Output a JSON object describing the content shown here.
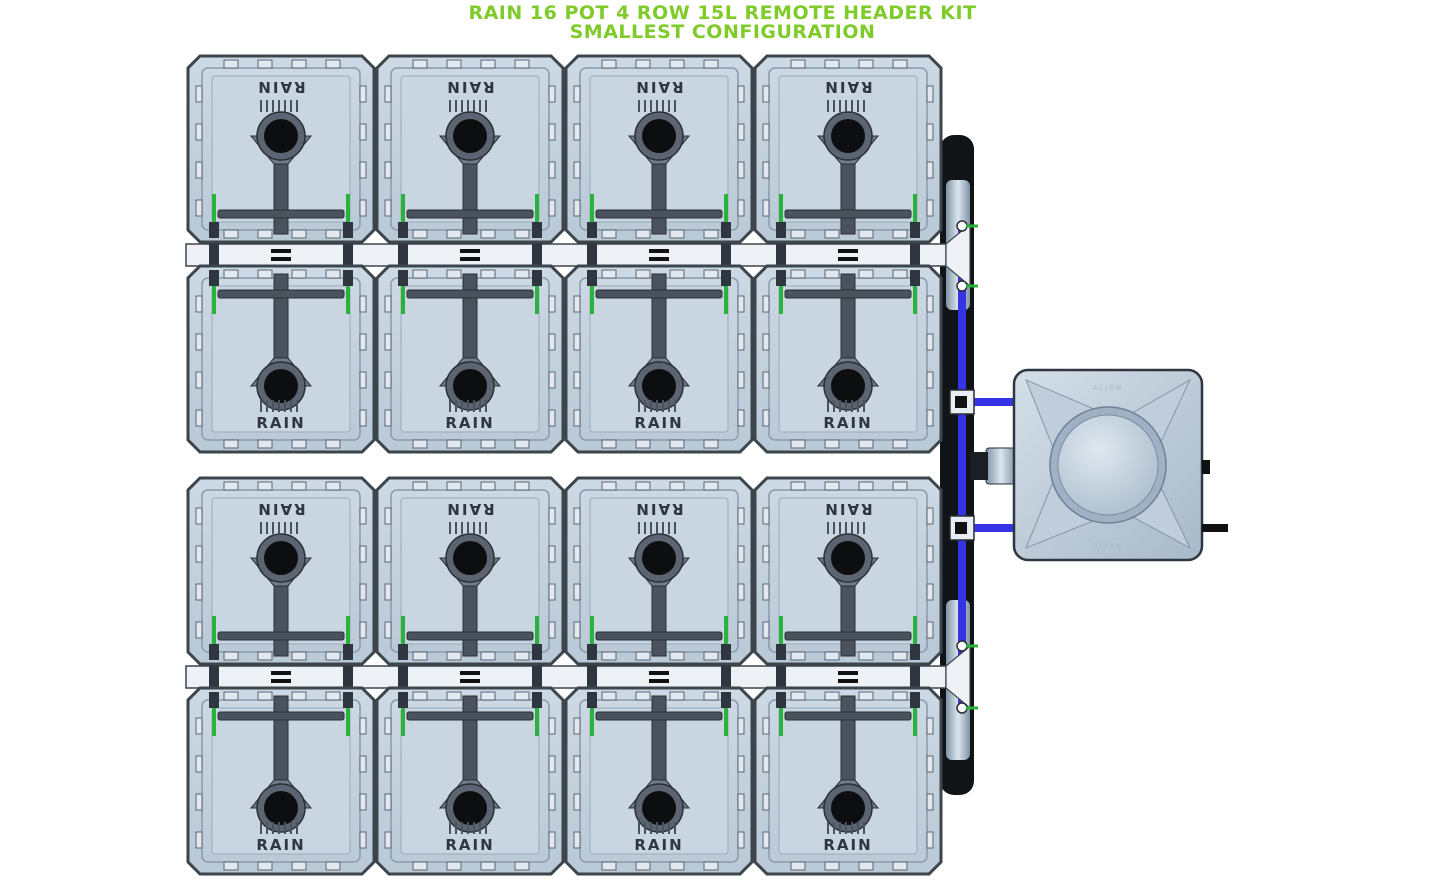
{
  "title": {
    "line1": "RAIN 16 POT 4 ROW 15L REMOTE HEADER KIT",
    "line2": "SMALLEST CONFIGURATION"
  },
  "pot": {
    "brand": "RAIN",
    "count": 16,
    "rows": 4,
    "per_row": 4
  },
  "reservoir": {
    "brand": "ALIEN"
  },
  "colors": {
    "title": "#7ecb2a",
    "pot_body": "#c5d3df",
    "pot_frame": "#3c444c",
    "feed_line": "#3434e6",
    "fitting_green": "#28b43c",
    "header_pipe": "#9fb3c6"
  }
}
